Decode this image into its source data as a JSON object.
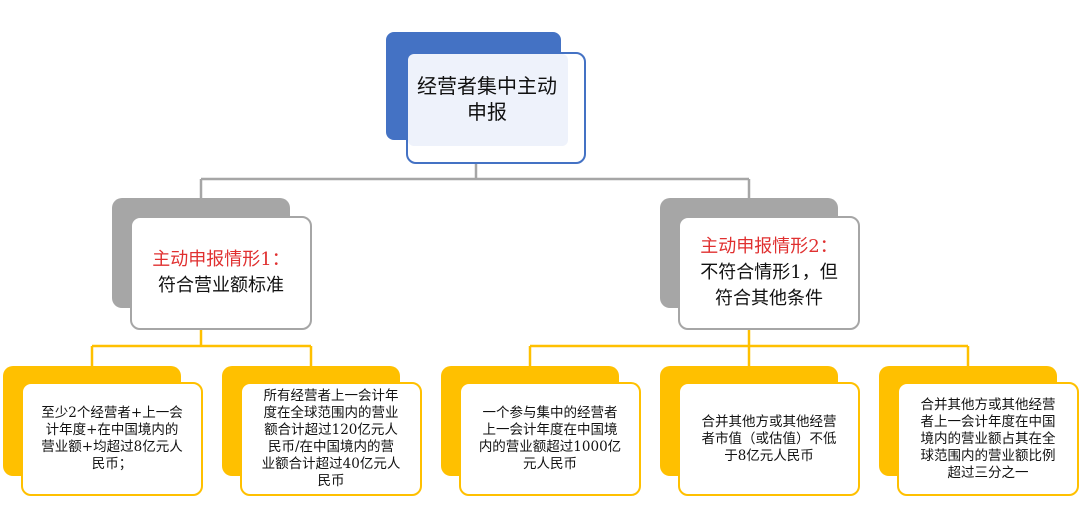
{
  "root": {
    "title": "经营者集中主动\n申报"
  },
  "cases": [
    {
      "head": "主动申报情形1：",
      "body": "符合营业额标准"
    },
    {
      "head": "主动申报情形2：",
      "body": "不符合情形1，但\n符合其他条件"
    }
  ],
  "leaves": [
    {
      "text": "至少2个经营者+上一会\n计年度+在中国境内的\n营业额+均超过8亿元人\n民币；"
    },
    {
      "text": "所有经营者上一会计年\n度在全球范围内的营业\n额合计超过120亿元人\n民币/在中国境内的营\n业额合计超过40亿元人\n民币"
    },
    {
      "text": "一个参与集中的经营者\n上一会计年度在中国境\n内的营业额超过1000亿\n元人民币"
    },
    {
      "text": "合并其他方或其他经营\n者市值（或估值）不低\n于8亿元人民币"
    },
    {
      "text": "合并其他方或其他经营\n者上一会计年度在中国\n境内的营业额占其在全\n球范围内的营业额比例\n超过三分之一"
    }
  ],
  "colors": {
    "root_accent": "#4472c4",
    "case_accent": "#a6a6a6",
    "leaf_accent": "#ffc000",
    "case_head_text": "#e03030"
  }
}
